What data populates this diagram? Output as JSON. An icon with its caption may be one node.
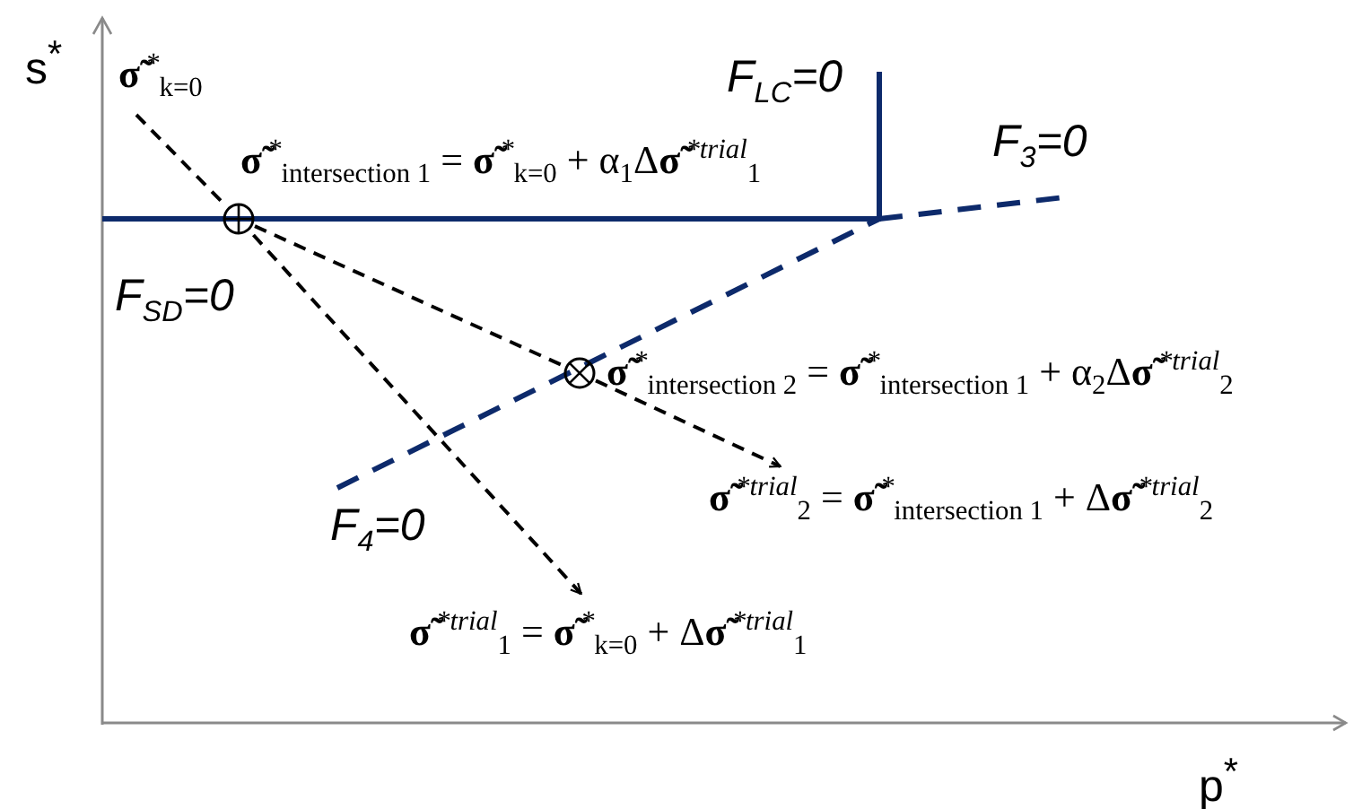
{
  "diagram": {
    "nodes": [
      {
        "text": [
          "**σ̃**$^{*}$$_{k=0}$"
        ]
      },
      {
        "text": [],
        "shape": "circle",
        "beside": [
          "**σ̃**$^{*}$$_{intersection 1}$ = **σ̃**$^{*}$$_{k=0}$ + α$_{1}$Δ**σ̃**$^{*trial}$$_{1}$"
        ]
      },
      {
        "text": [],
        "shape": "circle",
        "beside": [
          "**σ̃**$^{*}$$_{intersection 2}$ = **σ̃**$^{*}$$_{intersection 1}$ + α$_{2}$Δ**σ̃**$^{*trial}$$_{2}$"
        ]
      },
      {
        "text": [
          "**σ̃**$^{*trial}$$_{2}$ = **σ̃**$^{*}$$_{intersection 1}$ + Δ**σ̃**$^{*trial}$$_{2}$"
        ]
      },
      {
        "text": [
          "**σ̃**$^{*trial}$$_{1}$ = **σ̃**$^{*}$$_{k=0}$ + Δ**σ̃**$^{*trial}$$_{1}$"
        ]
      }
    ],
    "edges": [
      {
        "from": 0,
        "to": 1,
        "arrow": "none",
        "style": "dashed"
      },
      {
        "from": 1,
        "to": 4,
        "arrow": "to",
        "style": "dashed"
      },
      {
        "from": 1,
        "to": 2,
        "arrow": "none",
        "style": "dashed"
      },
      {
        "from": 2,
        "to": 3,
        "arrow": "to",
        "style": "dashed"
      }
    ],
    "labels": [
      "s$^{*}$",
      "F$_{LC}$=0",
      "F$_{3}$=0",
      "F$_{SD}$=0",
      "F$_{4}$=0",
      "p$^{*}$"
    ]
  }
}
